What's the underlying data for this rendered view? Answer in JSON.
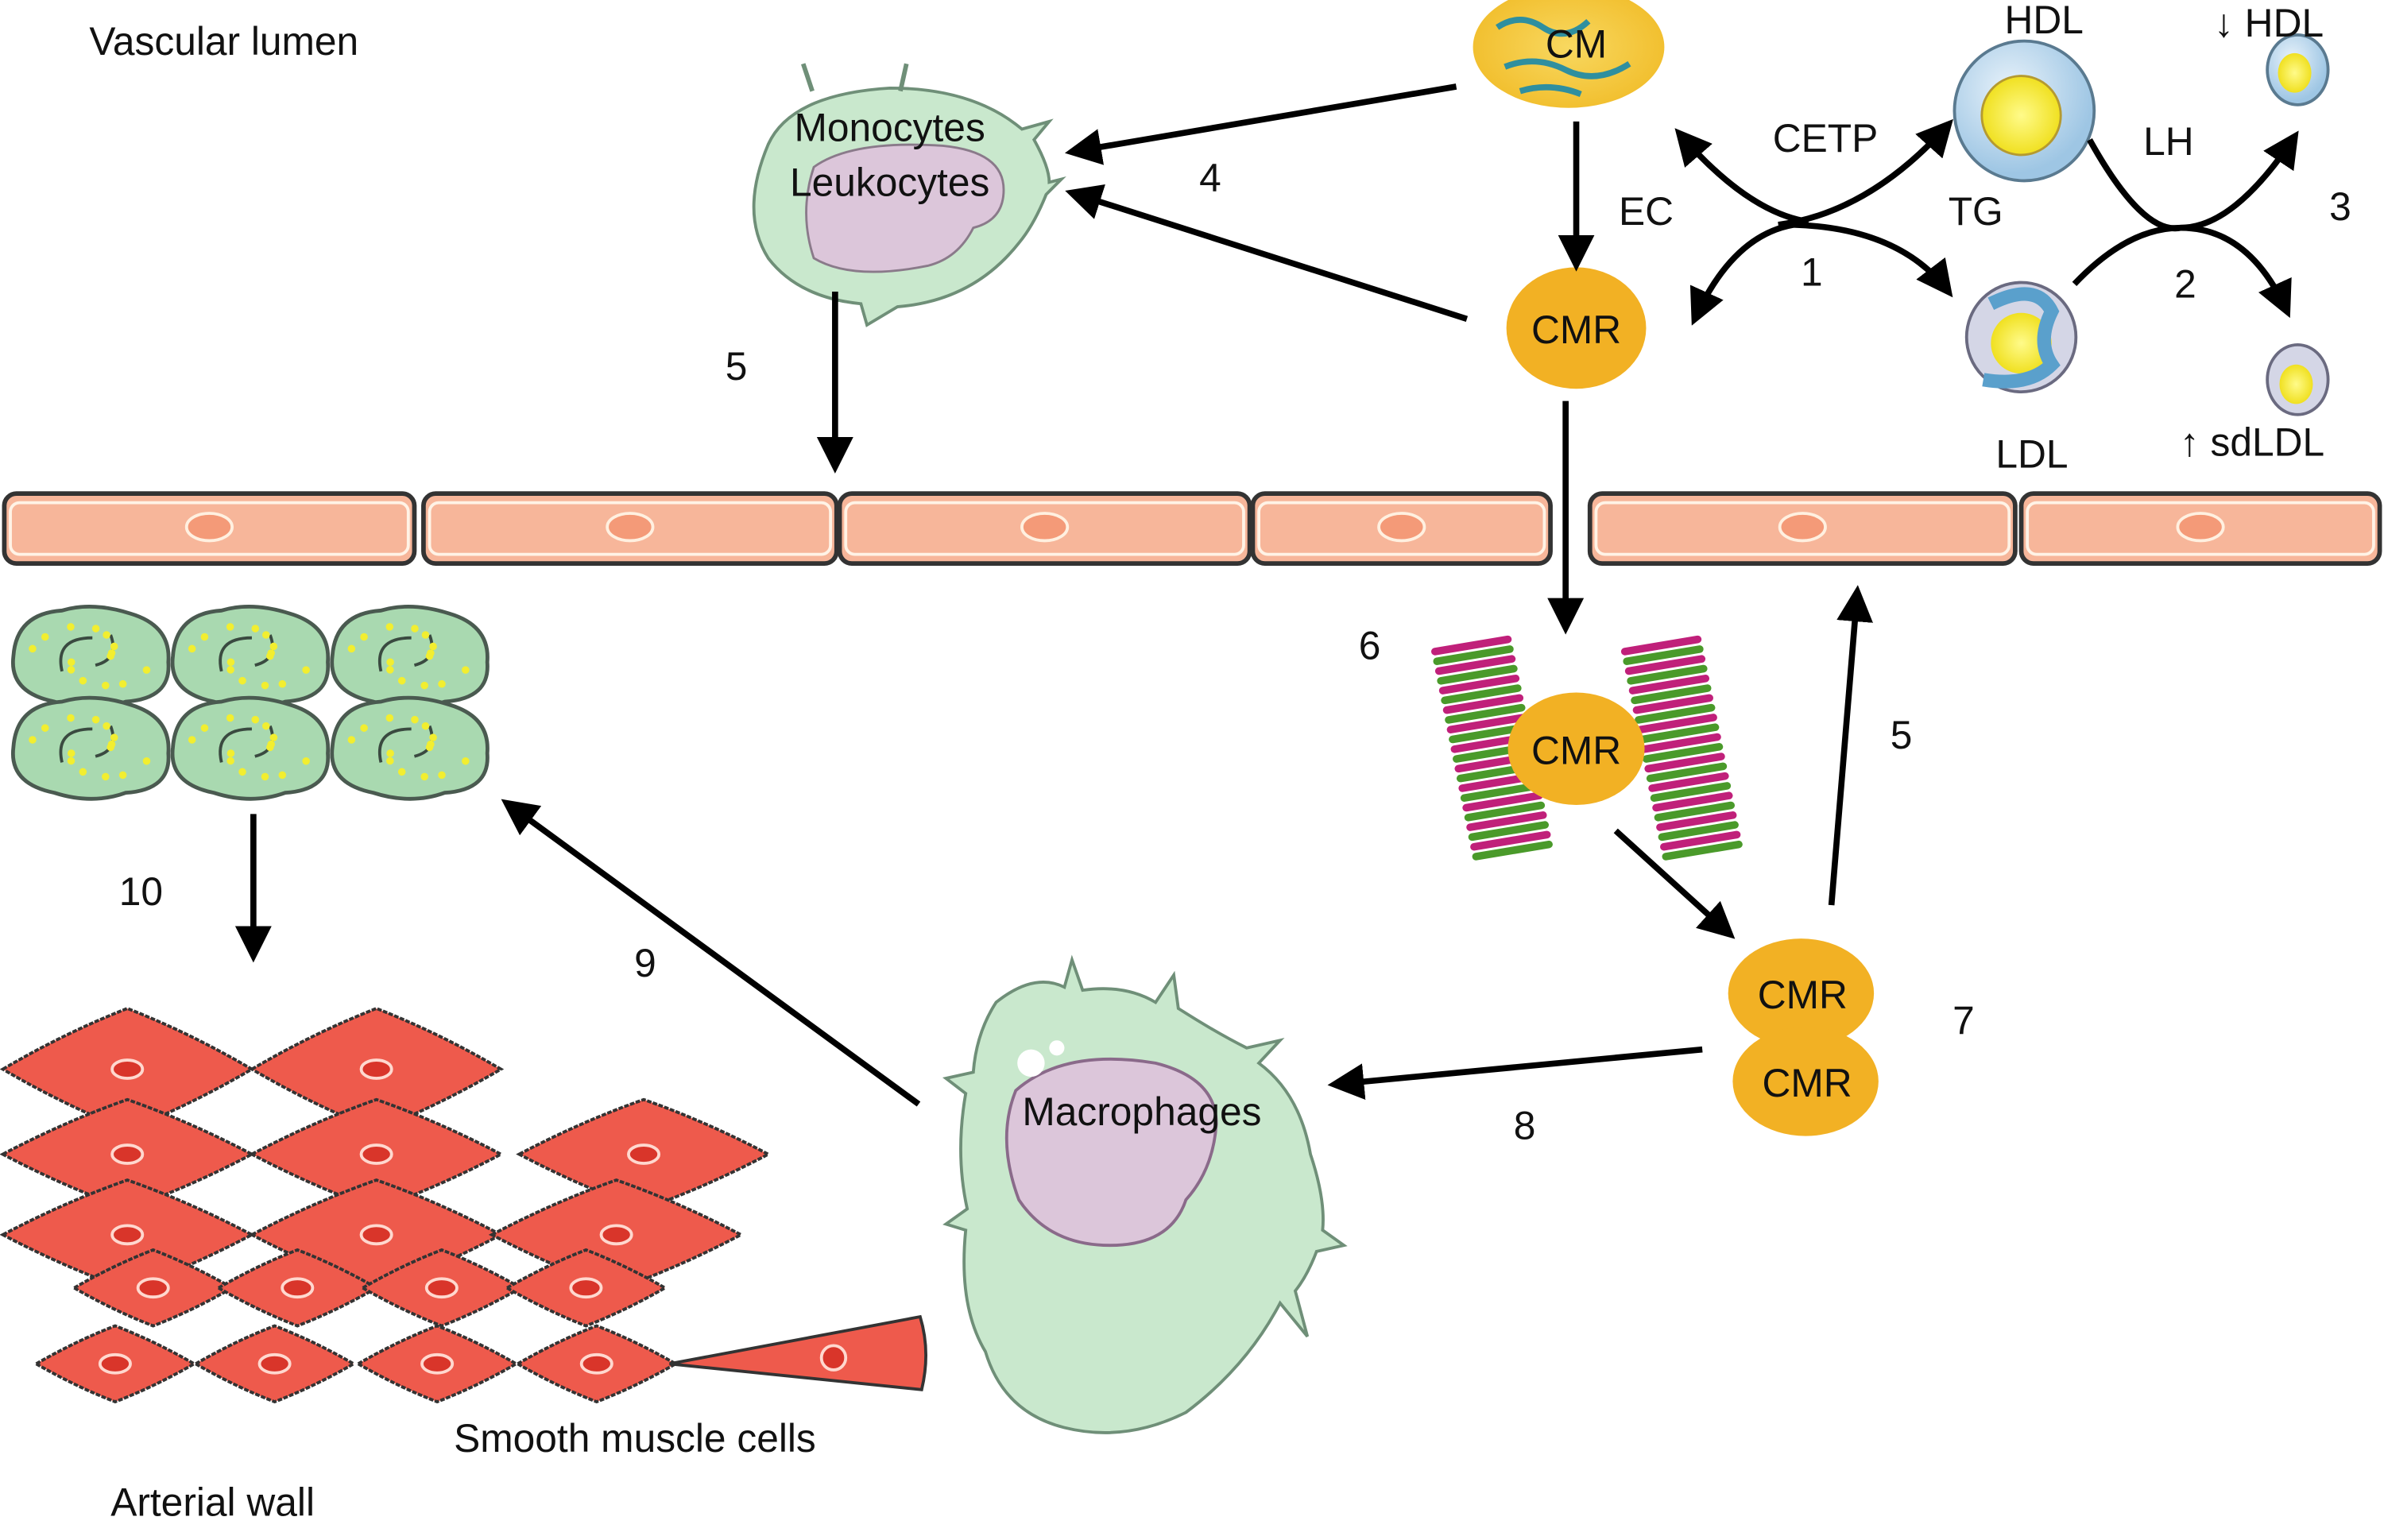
{
  "title": "Chylomicron remnant atherogenesis pathway",
  "regions": {
    "lumen": "Vascular lumen",
    "wall": "Arterial wall",
    "smc": "Smooth muscle cells"
  },
  "particles": {
    "cm": "CM",
    "cmr": "CMR",
    "cmr_bound": "CMR",
    "cmr_pair_top": "CMR",
    "cmr_pair_bottom": "CMR",
    "hdl": "HDL",
    "hdl_low": "↓ HDL",
    "ldl": "LDL",
    "sdldl": "↑ sdLDL"
  },
  "cells": {
    "monocyte_line1": "Monocytes",
    "monocyte_line2": "Leukocytes",
    "macrophage": "Macrophages"
  },
  "exchange": {
    "cetp": "CETP",
    "ec": "EC",
    "tg": "TG",
    "lh": "LH"
  },
  "steps": {
    "s1": "1",
    "s2": "2",
    "s3": "3",
    "s4": "4",
    "s5a": "5",
    "s5b": "5",
    "s6": "6",
    "s7": "7",
    "s8": "8",
    "s9": "9",
    "s10": "10"
  },
  "colors": {
    "cmr": "#f2b124",
    "cm": "#f4c842",
    "endothelium": "#f7b69a",
    "smooth_muscle": "#ee5a4c",
    "monocyte": "#c8e6cc",
    "nucleus": "#dcc4d8",
    "lipid_core": "#f4ec2a",
    "lipo_shell": "#7fb7db"
  }
}
